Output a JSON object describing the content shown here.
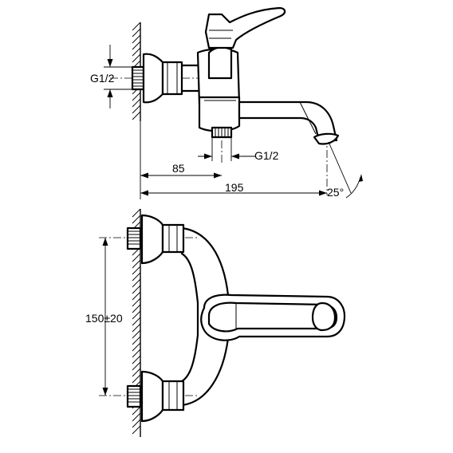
{
  "dimensions": {
    "inlet_thread": "G1/2",
    "outlet_thread": "G1/2",
    "projection_body": "85",
    "projection_total": "195",
    "spout_angle": "25°",
    "center_distance": "150±20"
  }
}
